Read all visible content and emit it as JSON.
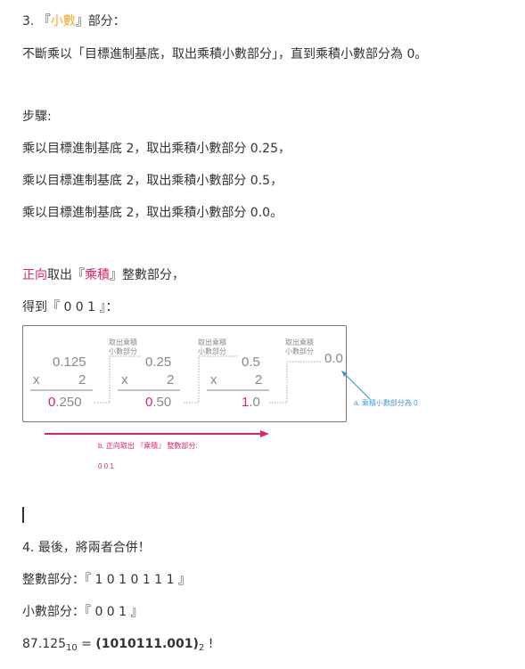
{
  "section3": {
    "prefix": "3. 『",
    "highlight": "小數",
    "suffix": "』部分："
  },
  "rule": "不斷乘以「目標進制基底，取出乘積小數部分」，直到乘積小數部分為 0。",
  "steps_title": "步驟:",
  "steps": [
    "乘以目標進制基底 2，取出乘積小數部分 0.25，",
    "乘以目標進制基底 2，取出乘積小數部分 0.5，",
    "乘以目標進制基底 2，取出乘積小數部分 0.0。"
  ],
  "direction_line": {
    "direction": "正向",
    "text1": "取出『",
    "product": "乘積",
    "text2": "』整數部分，"
  },
  "result_line": "得到『 0 0 1 』：",
  "diagram": {
    "take_label_1": "取出乘積",
    "take_label_2": "小數部分",
    "col1": {
      "top": "0.125",
      "times": "x",
      "mult": "2",
      "result_int": "0",
      "result_frac": ".250"
    },
    "col2": {
      "top": "0.25",
      "times": "x",
      "mult": "2",
      "result_int": "0",
      "result_frac": ".50"
    },
    "col3": {
      "top": "0.5",
      "times": "x",
      "mult": "2",
      "result_int": "1",
      "result_frac": ".0"
    },
    "final": "0.0",
    "annotation_a": "a. 乘積小數部分為 0",
    "annotation_b": "b. 正向取出 『乘積』 整數部分:",
    "annotation_b_value": "0 0 1",
    "colors": {
      "orange": "#f5a623",
      "pink": "#e0245e",
      "blue": "#3a9ad9",
      "gray": "#888888"
    }
  },
  "section4": {
    "title": "4. 最後，將兩者合併！",
    "integer_line": "整數部分：『 1 0 1 0 1 1 1 』",
    "fraction_line": "小數部分：『 0 0 1 』",
    "final_number": "87.125",
    "final_base": "10",
    "equals": " = ",
    "binary": "(1010111.001)",
    "binary_base": "2",
    "exclaim": " !"
  }
}
